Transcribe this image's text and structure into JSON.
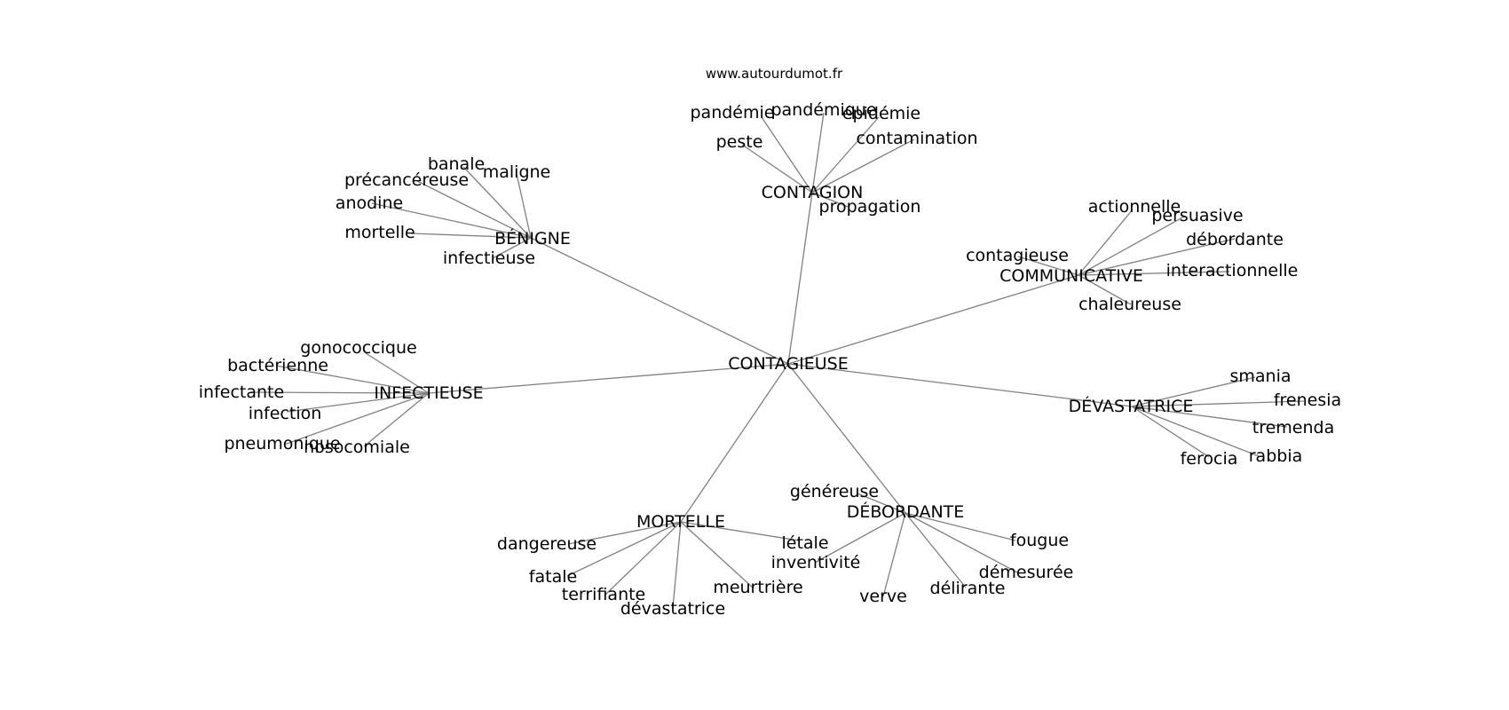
{
  "source": "www.autourdumot.fr",
  "edge_color": "#808080",
  "center": {
    "id": "contagieuse",
    "label": "CONTAGIEUSE"
  },
  "clusters": [
    {
      "id": "contagion",
      "label": "CONTAGION",
      "words": [
        "pandémie",
        "pandémique",
        "épidémie",
        "contamination",
        "peste",
        "propagation"
      ]
    },
    {
      "id": "benigne",
      "label": "BÉNIGNE",
      "words": [
        "banale",
        "maligne",
        "précancéreuse",
        "anodine",
        "mortelle",
        "infectieuse"
      ]
    },
    {
      "id": "communicative",
      "label": "COMMUNICATIVE",
      "words": [
        "actionnelle",
        "persuasive",
        "débordante",
        "contagieuse",
        "interactionnelle",
        "chaleureuse"
      ]
    },
    {
      "id": "infectieuse",
      "label": "INFECTIEUSE",
      "words": [
        "gonococcique",
        "bactérienne",
        "infectante",
        "infection",
        "pneumonique",
        "nosocomiale"
      ]
    },
    {
      "id": "devastatrice",
      "label": "DÉVASTATRICE",
      "words": [
        "smania",
        "frenesia",
        "tremenda",
        "rabbia",
        "ferocia"
      ]
    },
    {
      "id": "mortelle",
      "label": "MORTELLE",
      "words": [
        "dangereuse",
        "fatale",
        "terrifiante",
        "dévastatrice",
        "meurtrière",
        "létale"
      ]
    },
    {
      "id": "debordante",
      "label": "DÉBORDANTE",
      "words": [
        "généreuse",
        "inventivité",
        "verve",
        "délirante",
        "démesurée",
        "fougue"
      ]
    }
  ]
}
